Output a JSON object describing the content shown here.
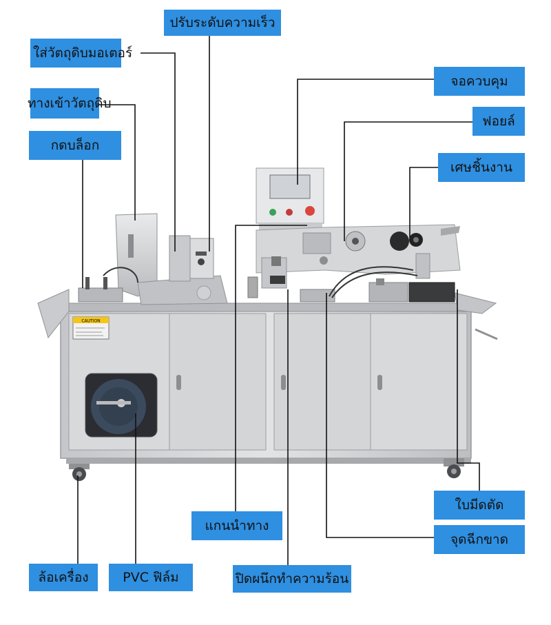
{
  "labels": {
    "speed_adjust": "ปรับระดับความเร็ว",
    "feed_motor": "ใส่วัตถุดิบมอเตอร์",
    "feed_inlet": "ทางเข้าวัตถุดิบ",
    "press_block": "กดบล็อก",
    "control_panel": "จอควบคุม",
    "foil": "ฟอยล์",
    "scrap": "เศษชิ้นงาน",
    "cutter_blade": "ใบมีดตัด",
    "guide_shaft": "แกนนำทาง",
    "tear_point": "จุดฉีกขาด",
    "caster_wheel": "ล้อเครื่อง",
    "pvc_film": "PVC ฟิล์ม",
    "heat_seal": "ปิดผนึกทำความร้อน"
  },
  "caution_label": "CAUTION",
  "colors": {
    "label_bg": "#2f8fe0",
    "machine_body": "#cfd0d2",
    "leader_line": "#111111"
  }
}
